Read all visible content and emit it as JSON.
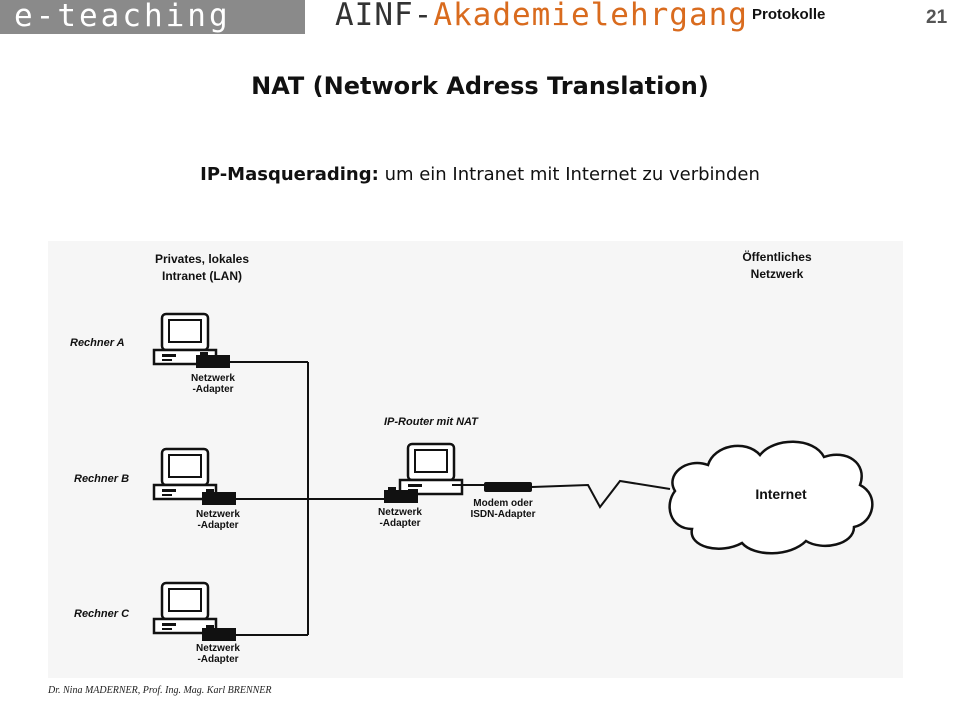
{
  "header": {
    "brand": "e-teaching",
    "course_prefix": "AINF-",
    "course_name": "Akademielehrgang",
    "section": "Protokolle",
    "page_number": "21"
  },
  "title": "NAT (Network Adress Translation)",
  "subtitle": {
    "bold": "IP-Masquerading:",
    "rest": "um ein Intranet mit Internet zu verbinden"
  },
  "diagram": {
    "lan_heading_1": "Privates, lokales",
    "lan_heading_2": "Intranet (LAN)",
    "public_heading_1": "Öffentliches",
    "public_heading_2": "Netzwerk",
    "pc_a": "Rechner A",
    "pc_b": "Rechner B",
    "pc_c": "Rechner C",
    "adapter_1": "Netzwerk",
    "adapter_2": "-Adapter",
    "router": "IP-Router mit NAT",
    "modem_1": "Modem oder",
    "modem_2": "ISDN-Adapter",
    "internet": "Internet"
  },
  "footer": "Dr. Nina MADERNER, Prof. Ing. Mag. Karl BRENNER"
}
